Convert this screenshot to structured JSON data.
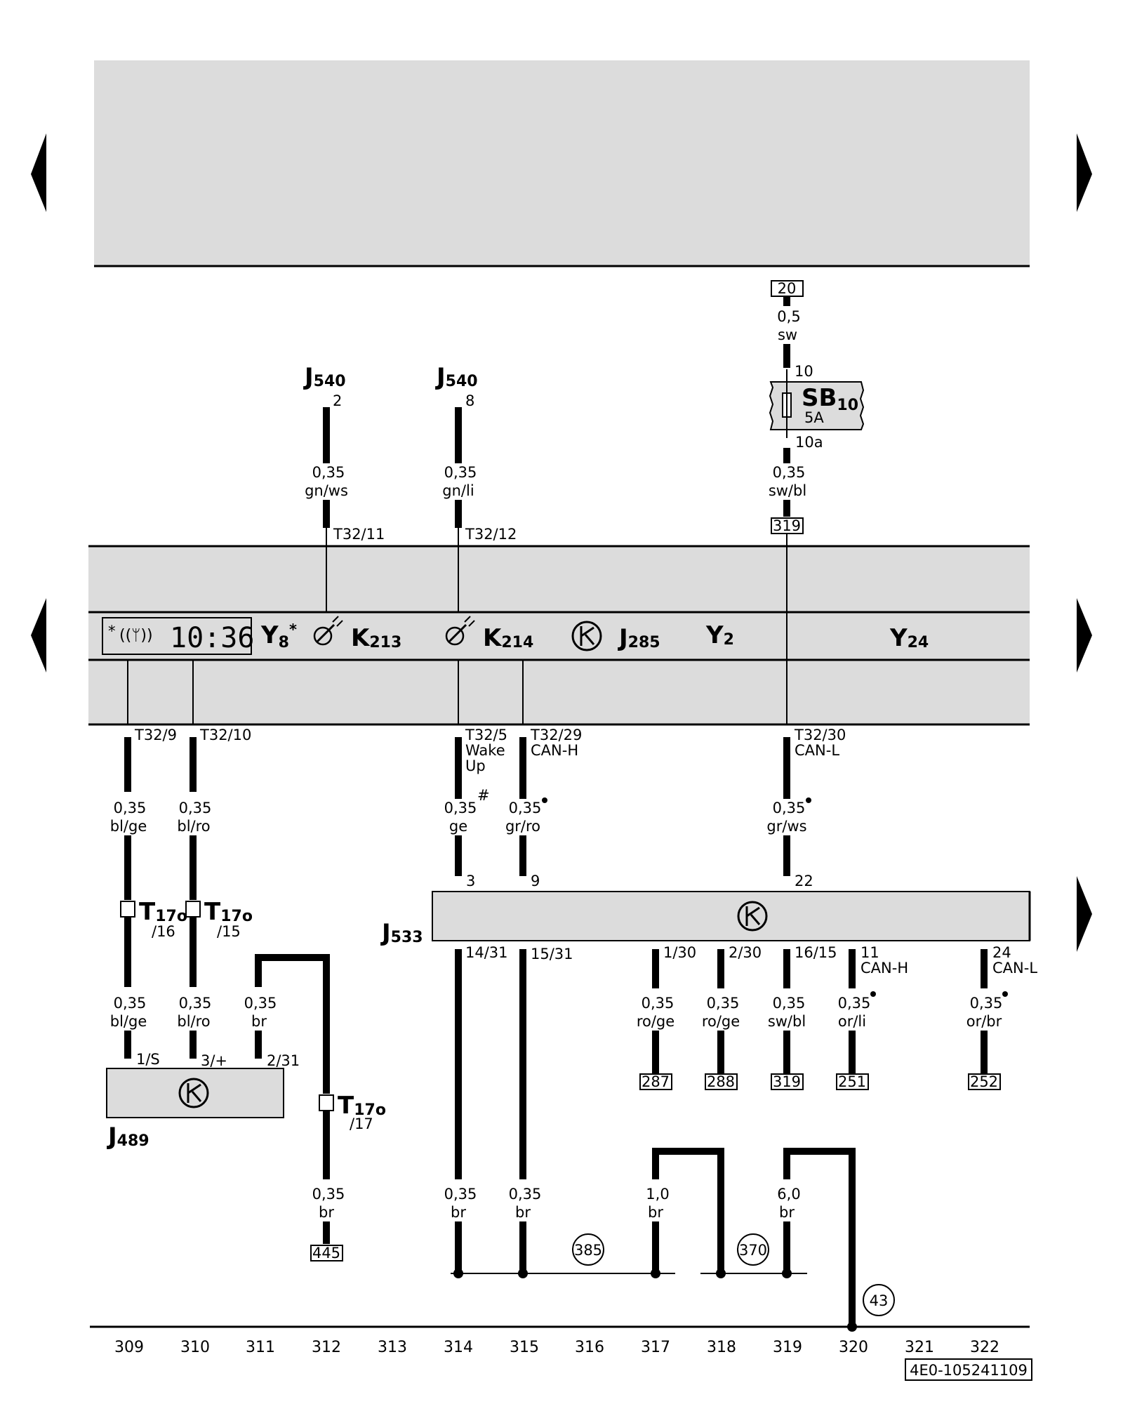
{
  "document_code": "4E0-105241109",
  "column_numbers": [
    "309",
    "310",
    "311",
    "312",
    "313",
    "314",
    "315",
    "316",
    "317",
    "318",
    "319",
    "320",
    "321",
    "322"
  ],
  "components": {
    "j540_a": {
      "main": "J",
      "sub": "540",
      "pin": "2"
    },
    "j540_b": {
      "main": "J",
      "sub": "540",
      "pin": "8"
    },
    "sb10": {
      "main": "SB",
      "sub": "10",
      "rating": "5A",
      "pin_in": "10",
      "pin_out": "10a"
    },
    "y8": {
      "main": "Y",
      "sub": "8",
      "suffix": "*"
    },
    "k213": {
      "main": "K",
      "sub": "213"
    },
    "k214": {
      "main": "K",
      "sub": "214"
    },
    "j285": {
      "main": "J",
      "sub": "285"
    },
    "y2": {
      "main": "Y",
      "sub": "2"
    },
    "y24": {
      "main": "Y",
      "sub": "24"
    },
    "j533": {
      "main": "J",
      "sub": "533"
    },
    "j489": {
      "main": "J",
      "sub": "489"
    },
    "clock": {
      "display": "10:36",
      "star": "*"
    }
  },
  "connectors": {
    "t32_11": "T32/11",
    "t32_12": "T32/12",
    "t32_9": "T32/9",
    "t32_10": "T32/10",
    "t32_5": "T32/5",
    "t32_5_note1": "Wake",
    "t32_5_note2": "Up",
    "t32_29": "T32/29",
    "t32_29_note": "CAN-H",
    "t32_30": "T32/30",
    "t32_30_note": "CAN-L",
    "t17o_main": "T",
    "t17o_sub": "17o",
    "t17o_16": "/16",
    "t17o_15": "/15",
    "t17o_17": "/17",
    "j533_pin3": "3",
    "j533_pin9": "9",
    "j533_pin22": "22",
    "j533_pin14_31": "14/31",
    "j533_pin15_31": "15/31",
    "j533_pin1_30": "1/30",
    "j533_pin2_30": "2/30",
    "j533_pin16_15": "16/15",
    "j533_pin11": "11",
    "j533_pin11_note": "CAN-H",
    "j533_pin24": "24",
    "j533_pin24_note": "CAN-L",
    "j489_pin1": "1/S",
    "j489_pin3": "3/+",
    "j489_pin2": "2/31"
  },
  "wires": {
    "w_top20": {
      "size": "0,5",
      "color": "sw"
    },
    "w_sb_out": {
      "size": "0,35",
      "color": "sw/bl"
    },
    "w_j540_2": {
      "size": "0,35",
      "color": "gn/ws"
    },
    "w_j540_8": {
      "size": "0,35",
      "color": "gn/li"
    },
    "w_309a": {
      "size": "0,35",
      "color": "bl/ge"
    },
    "w_310a": {
      "size": "0,35",
      "color": "bl/ro"
    },
    "w_314a": {
      "size": "0,35",
      "mark": "#",
      "color": "ge"
    },
    "w_315a": {
      "size": "0,35",
      "color": "gr/ro"
    },
    "w_319a": {
      "size": "0,35",
      "color": "gr/ws"
    },
    "w_309b": {
      "size": "0,35",
      "color": "bl/ge"
    },
    "w_310b": {
      "size": "0,35",
      "color": "bl/ro"
    },
    "w_311b": {
      "size": "0,35",
      "color": "br"
    },
    "w_312c": {
      "size": "0,35",
      "color": "br"
    },
    "w_314c": {
      "size": "0,35",
      "color": "br"
    },
    "w_315c": {
      "size": "0,35",
      "color": "br"
    },
    "w_317c": {
      "size": "1,0",
      "color": "br"
    },
    "w_319c": {
      "size": "6,0",
      "color": "br"
    },
    "w_317b": {
      "size": "0,35",
      "color": "ro/ge"
    },
    "w_318b": {
      "size": "0,35",
      "color": "ro/ge"
    },
    "w_319b": {
      "size": "0,35",
      "color": "sw/bl"
    },
    "w_320b": {
      "size": "0,35",
      "color": "or/li"
    },
    "w_322b": {
      "size": "0,35",
      "color": "or/br"
    }
  },
  "references": {
    "top_20": "20",
    "sb_319": "319",
    "r287": "287",
    "r288": "288",
    "r319": "319",
    "r251": "251",
    "r252": "252",
    "r445": "445"
  },
  "ground_points": [
    "385",
    "370",
    "43"
  ]
}
